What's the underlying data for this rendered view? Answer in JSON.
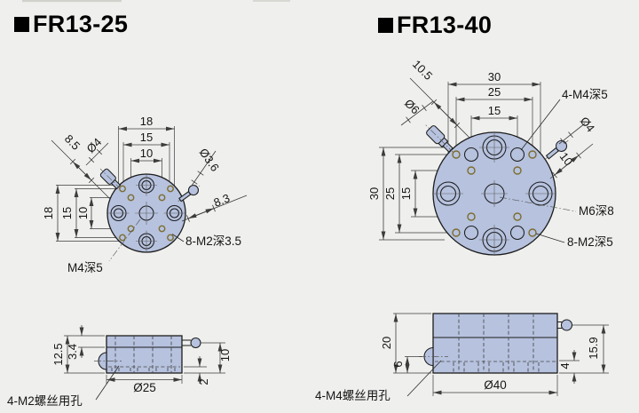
{
  "colors": {
    "bg": "#efefed",
    "part-fill": "#b6c2de",
    "part-stroke": "#1c1c1c",
    "accent-hole": "#7c6c2d",
    "dim-line": "#3c3c3c",
    "text": "#161616"
  },
  "fr13_25": {
    "title": "FR13-25",
    "top_view": {
      "dim_h18": "18",
      "dim_h15": "15",
      "dim_h10": "10",
      "dim_v18": "18",
      "dim_v15": "15",
      "dim_v10": "10",
      "dim_85": "8.5",
      "dim_d4": "Ø4",
      "dim_d36": "Ø3.6",
      "dim_83": "8.3",
      "label_m2": "8-M2深3.5",
      "label_m4": "M4深5"
    },
    "side_view": {
      "dim_125": "12.5",
      "dim_34": "3.4",
      "dim_10": "10",
      "dim_2": "2",
      "dim_d25": "Ø25",
      "label_holes": "4-M2螺丝用孔"
    }
  },
  "fr13_40": {
    "title": "FR13-40",
    "top_view": {
      "dim_h30": "30",
      "dim_h25": "25",
      "dim_h15": "15",
      "dim_v30": "30",
      "dim_v25": "25",
      "dim_v15": "15",
      "dim_105": "10.5",
      "dim_d6": "Ø6",
      "dim_d4": "Ø4",
      "dim_10": "10",
      "label_m4": "4-M4深5",
      "label_m6": "M6深8",
      "label_m2": "8-M2深5"
    },
    "side_view": {
      "dim_20": "20",
      "dim_6": "6",
      "dim_4": "4",
      "dim_159": "15.9",
      "dim_d40": "Ø40",
      "label_holes": "4-M4螺丝用孔"
    }
  }
}
